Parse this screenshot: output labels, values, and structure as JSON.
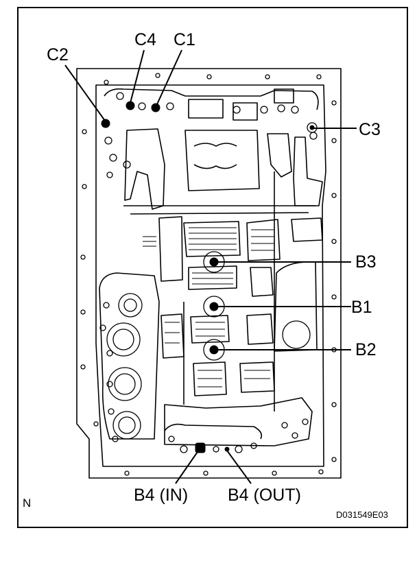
{
  "labels": {
    "c4": "C4",
    "c1": "C1",
    "c2": "C2",
    "c3": "C3",
    "b3": "B3",
    "b1": "B1",
    "b2": "B2",
    "b4_in": "B4 (IN)",
    "b4_out": "B4 (OUT)",
    "north": "N",
    "figure_code": "D031549E03"
  },
  "colors": {
    "line": "#000000",
    "background": "#ffffff"
  }
}
